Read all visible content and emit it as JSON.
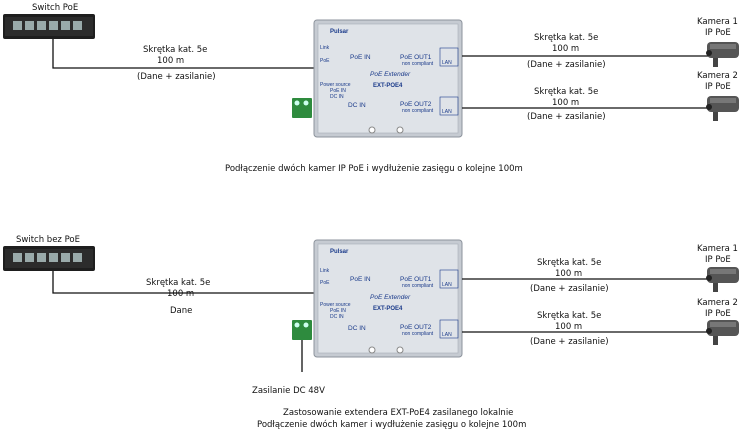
{
  "diagram1": {
    "switch_label": "Switch PoE",
    "cable_in": {
      "l1": "Skrętka kat. 5e",
      "l2": "100 m",
      "l3": "(Dane + zasilanie)"
    },
    "cable_out1": {
      "l1": "Skrętka kat. 5e",
      "l2": "100 m",
      "l3": "(Dane + zasilanie)"
    },
    "cable_out2": {
      "l1": "Skrętka kat. 5e",
      "l2": "100 m",
      "l3": "(Dane + zasilanie)"
    },
    "camera1": {
      "l1": "Kamera 1",
      "l2": "IP PoE"
    },
    "camera2": {
      "l1": "Kamera 2",
      "l2": "IP PoE"
    },
    "caption": "Podłączenie dwóch kamer IP PoE i wydłużenie zasięgu o kolejne 100m"
  },
  "diagram2": {
    "switch_label": "Switch bez PoE",
    "cable_in": {
      "l1": "Skrętka kat. 5e",
      "l2": "100 m",
      "l3": "Dane"
    },
    "cable_out1": {
      "l1": "Skrętka kat. 5e",
      "l2": "100 m",
      "l3": "(Dane + zasilanie)"
    },
    "cable_out2": {
      "l1": "Skrętka kat. 5e",
      "l2": "100 m",
      "l3": "(Dane + zasilanie)"
    },
    "camera1": {
      "l1": "Kamera 1",
      "l2": "IP PoE"
    },
    "camera2": {
      "l1": "Kamera 2",
      "l2": "IP PoE"
    },
    "power_label": "Zasilanie DC 48V",
    "caption1": "Zastosowanie extendera EXT-PoE4 zasilanego lokalnie",
    "caption2": "Podłączenie dwóch kamer i wydłużenie zasięgu o kolejne 100m"
  },
  "device": {
    "brand": "Pulsar",
    "product_line": "PoE Extender",
    "model": "EXT-POE4",
    "poe_in": "PoE IN",
    "dc_in": "DC IN",
    "out1": "PoE OUT1",
    "out2": "PoE OUT2",
    "compliant": "non compliant",
    "link": "Link",
    "poe": "PoE",
    "lan": "LAN",
    "power_source": "Power source",
    "ps_poe": "PoE IN",
    "ps_dc": "DC IN"
  },
  "colors": {
    "cable": "#111111",
    "device_body": "#dfe3e8",
    "device_text": "#1a3a8a",
    "terminal": "#2e8b3e",
    "switch_body": "#1e1e1e"
  }
}
